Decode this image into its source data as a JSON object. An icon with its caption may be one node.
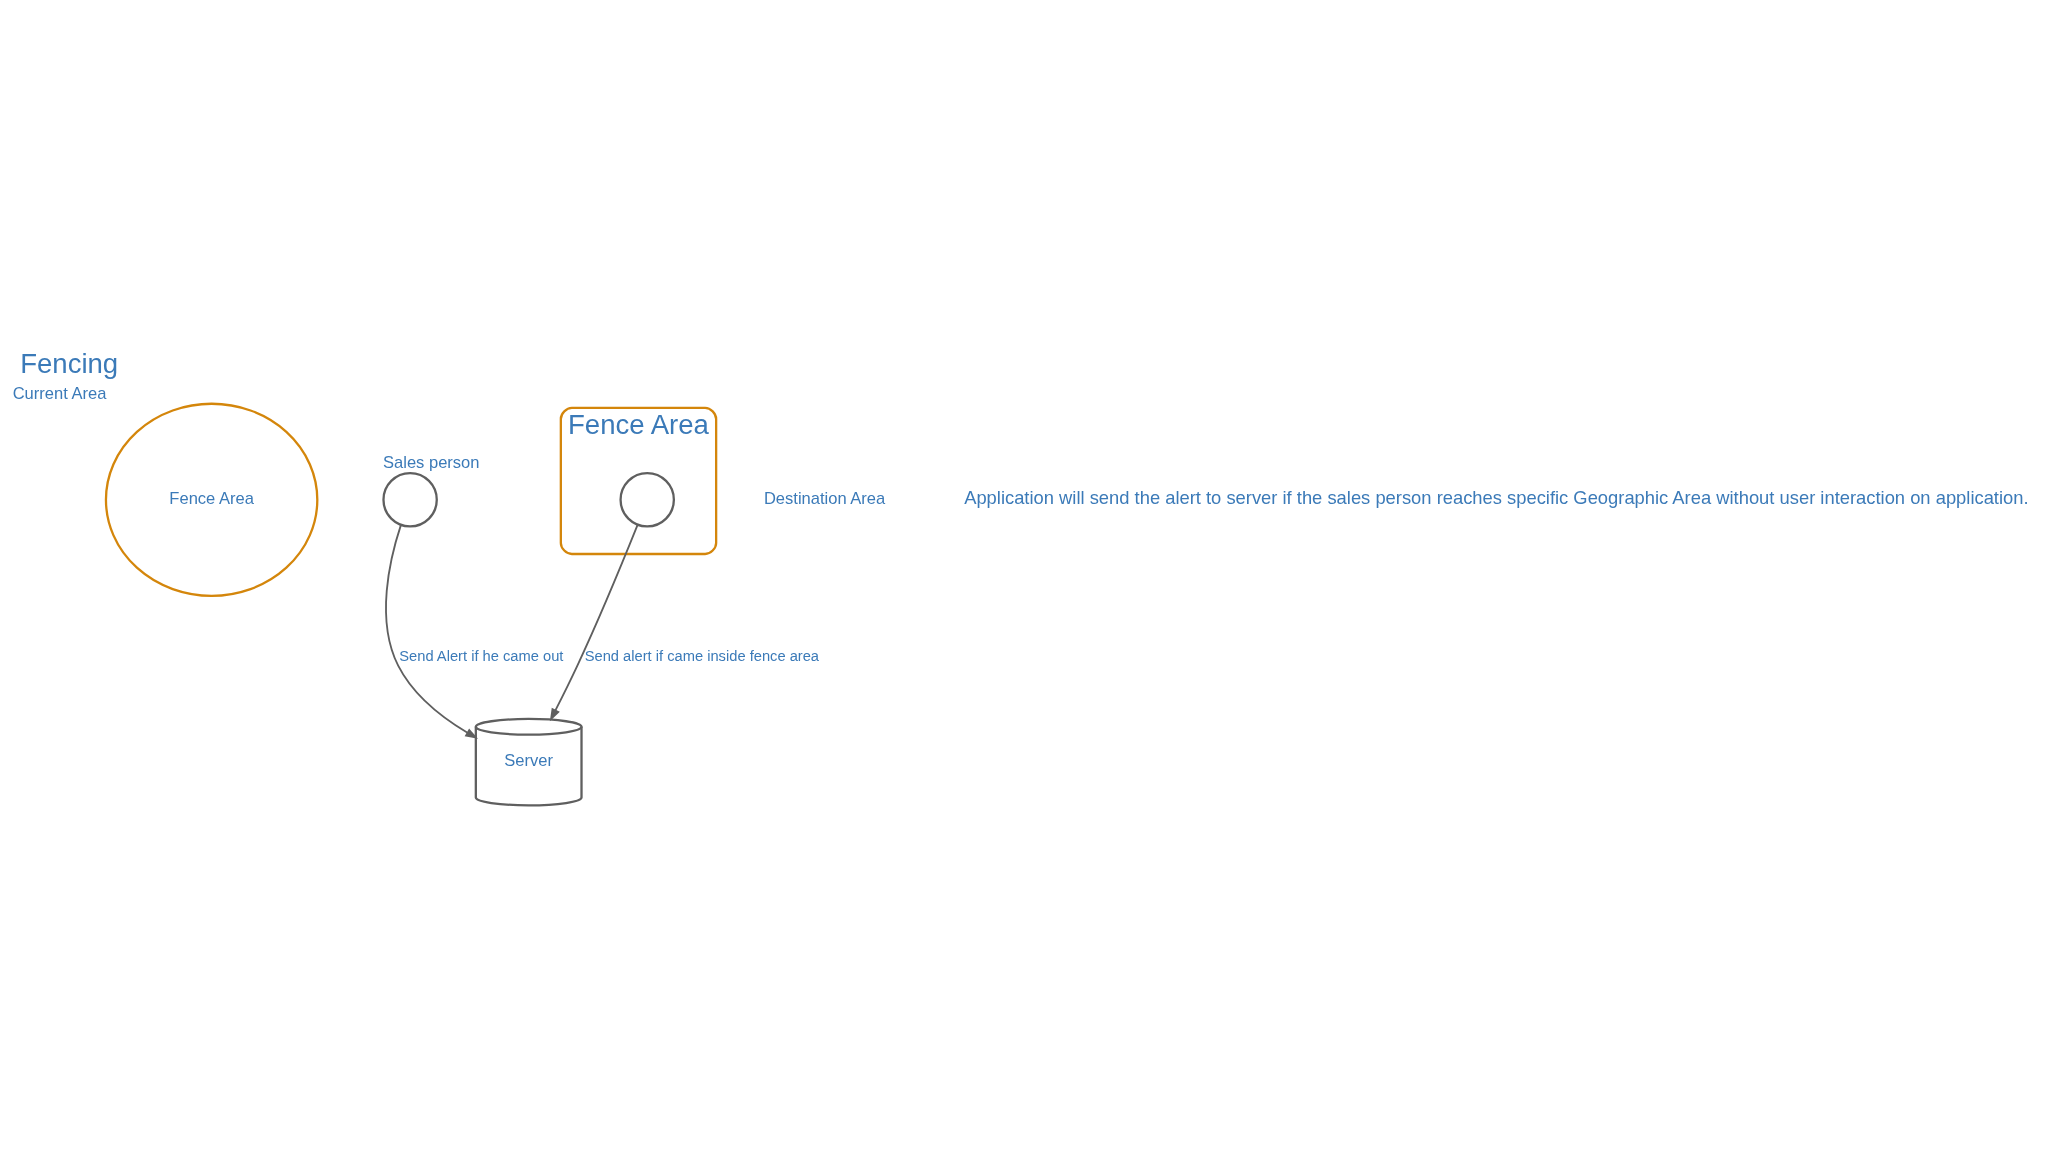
{
  "diagram": {
    "title": "Fencing",
    "nodes": [
      {
        "text": [
          "Fence Area"
        ],
        "beside": [
          "Current Area"
        ]
      },
      {
        "text": [],
        "shape": "person",
        "beside": [
          "Sales person"
        ]
      },
      {
        "text": [
          "Fence Area"
        ],
        "beside": [
          "Destination Area"
        ]
      },
      {
        "text": [],
        "shape": "person",
        "in": 2
      },
      {
        "text": [
          "Server"
        ]
      }
    ],
    "edges": [
      {
        "from": 1,
        "to": 4,
        "arrow": "to",
        "label": "Send Alert if he came out"
      },
      {
        "from": 3,
        "to": 4,
        "arrow": "to",
        "label": "Send alert if came inside fence area"
      }
    ],
    "labels": [
      "Application will send the alert to server if the sales person reaches specific Geographic Area without user interaction on application."
    ]
  }
}
